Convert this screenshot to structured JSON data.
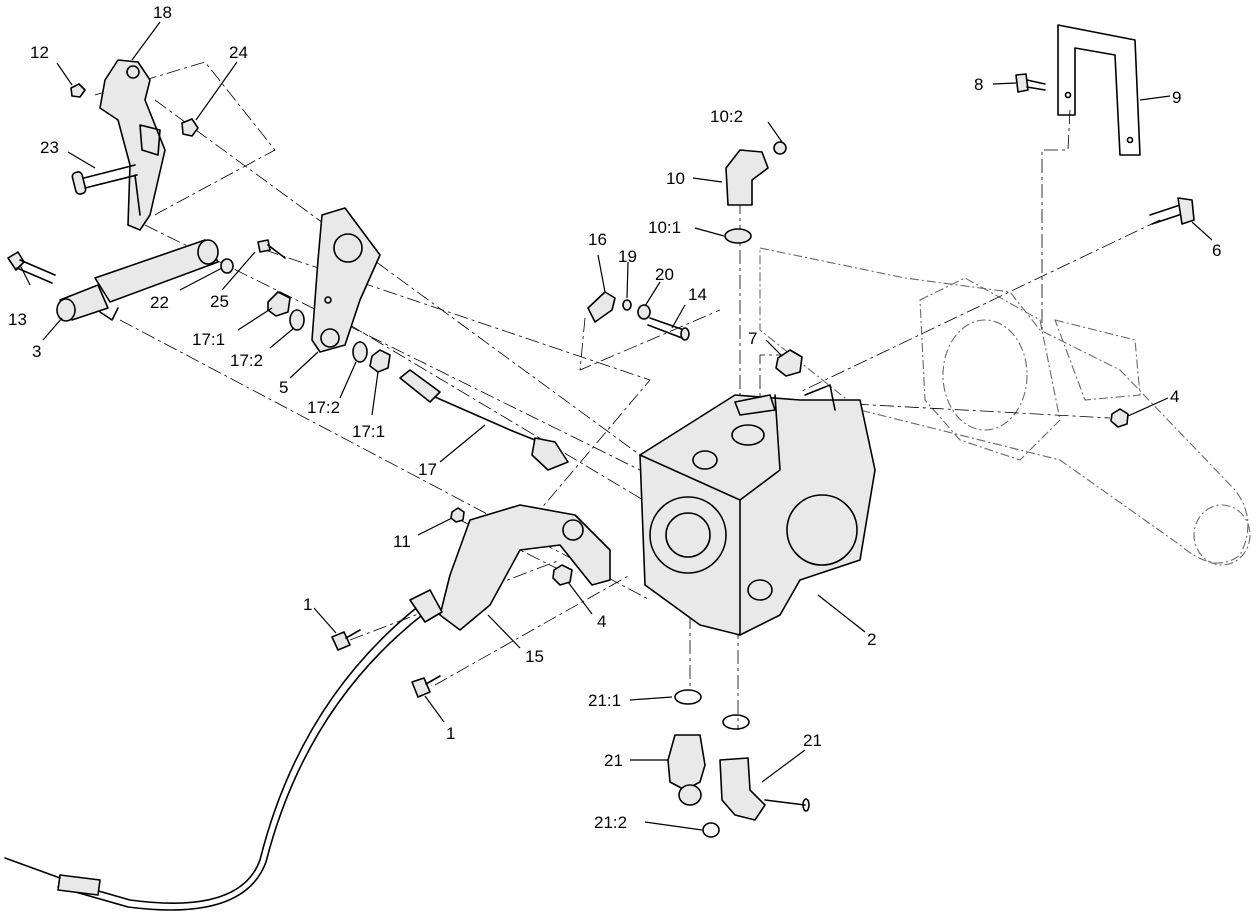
{
  "callouts": {
    "c1a": "1",
    "c1b": "1",
    "c2": "2",
    "c3": "3",
    "c4a": "4",
    "c4b": "4",
    "c5": "5",
    "c6": "6",
    "c7": "7",
    "c8": "8",
    "c9": "9",
    "c10": "10",
    "c10_1": "10:1",
    "c10_2": "10:2",
    "c11": "11",
    "c12": "12",
    "c13": "13",
    "c14": "14",
    "c15": "15",
    "c16": "16",
    "c17": "17",
    "c17_1a": "17:1",
    "c17_1b": "17:1",
    "c17_2a": "17:2",
    "c17_2b": "17:2",
    "c18": "18",
    "c19": "19",
    "c20": "20",
    "c21a": "21",
    "c21b": "21",
    "c21_1": "21:1",
    "c21_2": "21:2",
    "c22": "22",
    "c23": "23",
    "c24": "24",
    "c25": "25"
  }
}
